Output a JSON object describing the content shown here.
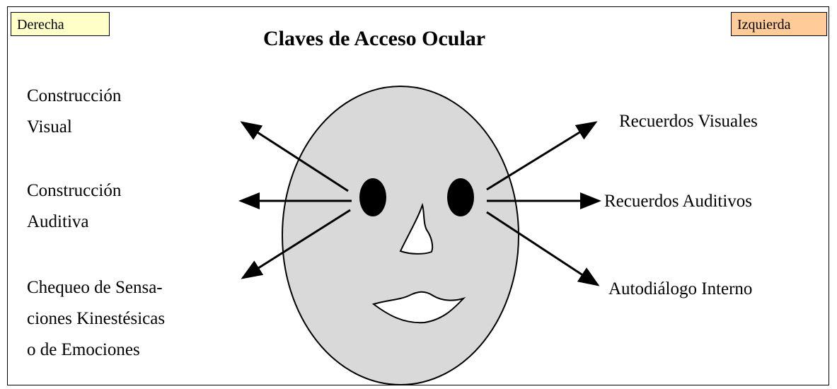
{
  "tags": {
    "left": "Derecha",
    "right": "Izquierda"
  },
  "title": "Claves de Acceso Ocular",
  "left_labels": [
    [
      "Construcción",
      "Visual"
    ],
    [
      "Construcción",
      "Auditiva"
    ],
    [
      "Chequeo de Sensa-",
      "ciones Kinestésicas",
      "o de Emociones"
    ]
  ],
  "right_labels": [
    "Recuerdos Visuales",
    "Recuerdos Auditivos",
    "Autodiálogo Interno"
  ],
  "colors": {
    "face_fill": "#d9d9d9",
    "left_tag_fill": "#ffffc8",
    "right_tag_fill": "#ffcc99"
  }
}
